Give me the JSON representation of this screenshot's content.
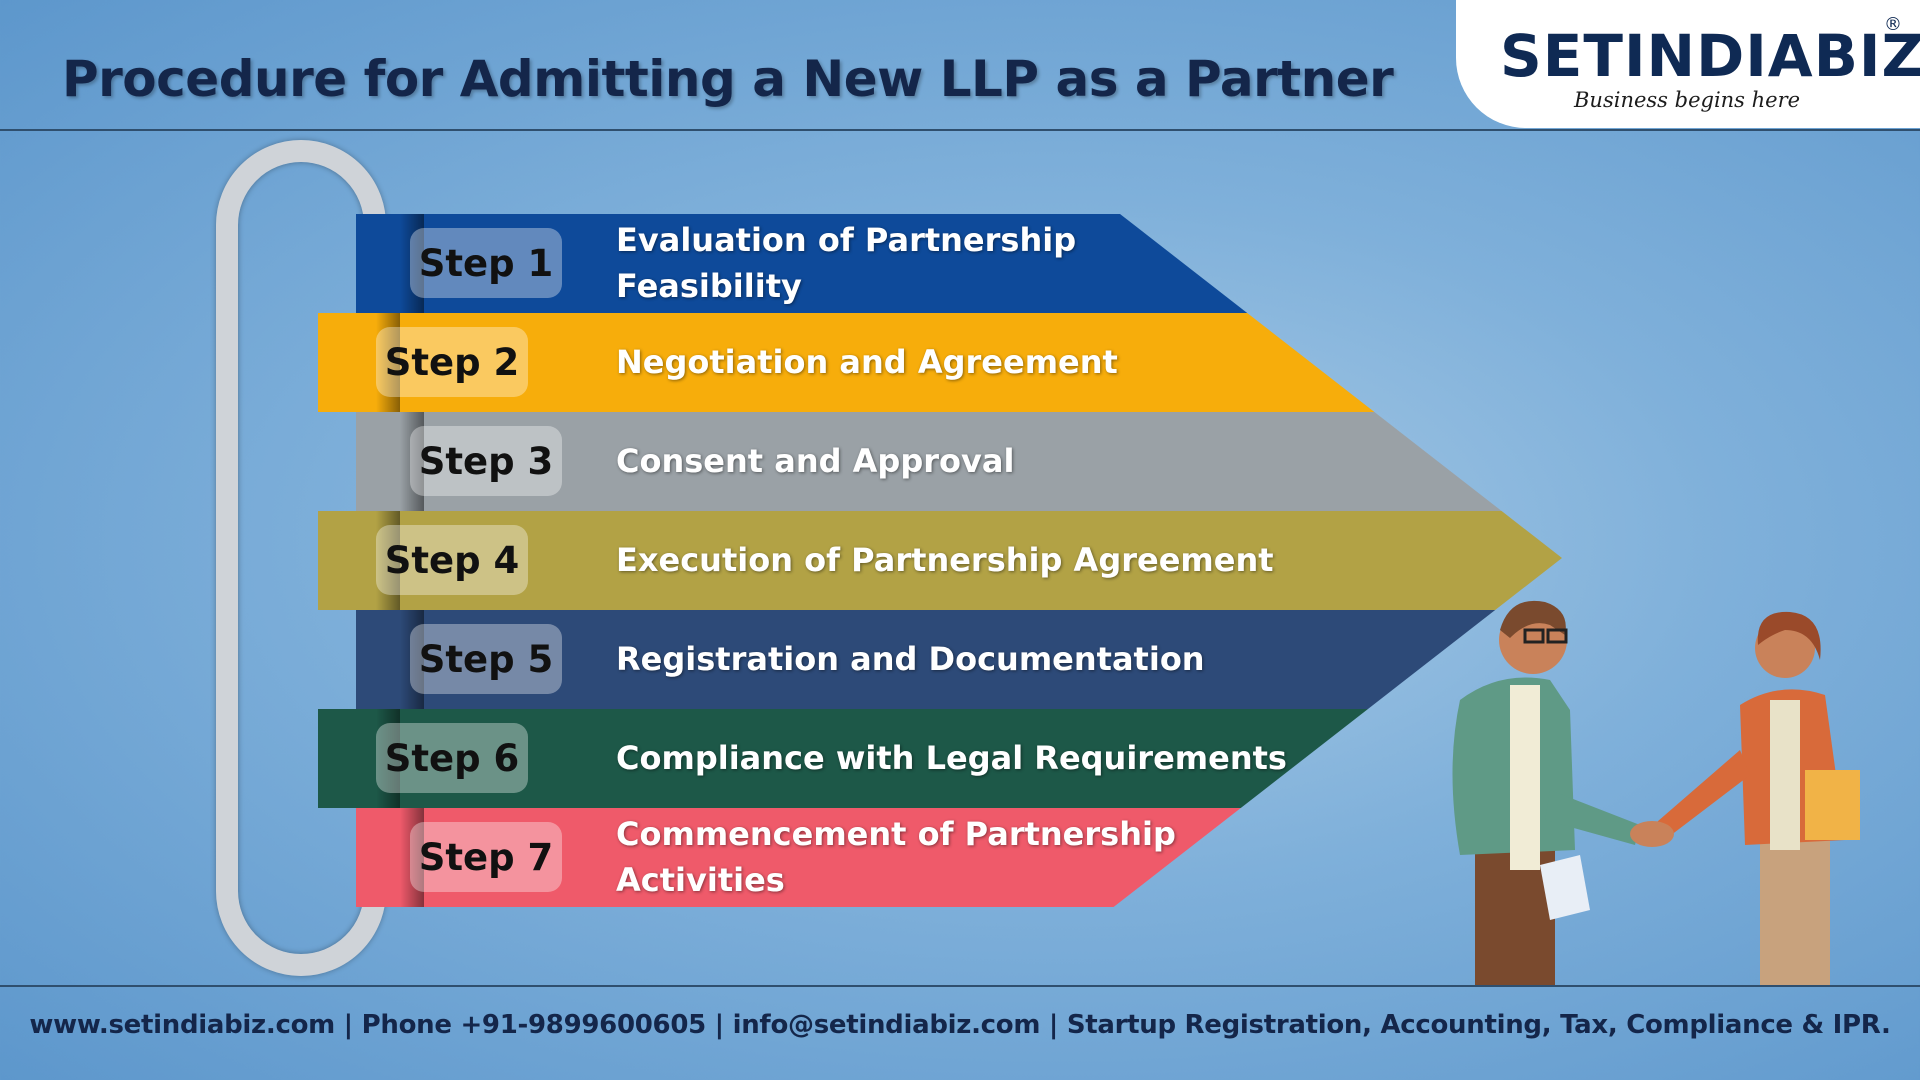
{
  "title": "Procedure for Admitting a New LLP as a Partner",
  "logo": {
    "name": "SETINDIABIZ",
    "registered": "®",
    "tagline": "Business begins here"
  },
  "steps": [
    {
      "label": "Step 1",
      "line1": "Evaluation of Partnership",
      "line2": "Feasibility",
      "color": "#0e4a9a"
    },
    {
      "label": "Step 2",
      "line1": "Negotiation and Agreement",
      "line2": "",
      "color": "#f7ad0b"
    },
    {
      "label": "Step 3",
      "line1": "Consent and Approval",
      "line2": "",
      "color": "#9aa1a6"
    },
    {
      "label": "Step 4",
      "line1": "Execution of Partnership Agreement",
      "line2": "",
      "color": "#b2a245"
    },
    {
      "label": "Step 5",
      "line1": "Registration and Documentation",
      "line2": "",
      "color": "#2d4a78"
    },
    {
      "label": "Step 6",
      "line1": "Compliance with Legal Requirements",
      "line2": "",
      "color": "#1d5848"
    },
    {
      "label": "Step 7",
      "line1": "Commencement of Partnership",
      "line2": "Activities",
      "color": "#ef5a6a"
    }
  ],
  "footer": "www.setindiabiz.com | Phone +91-9899600605 | info@setindiabiz.com | Startup Registration, Accounting, Tax, Compliance & IPR."
}
